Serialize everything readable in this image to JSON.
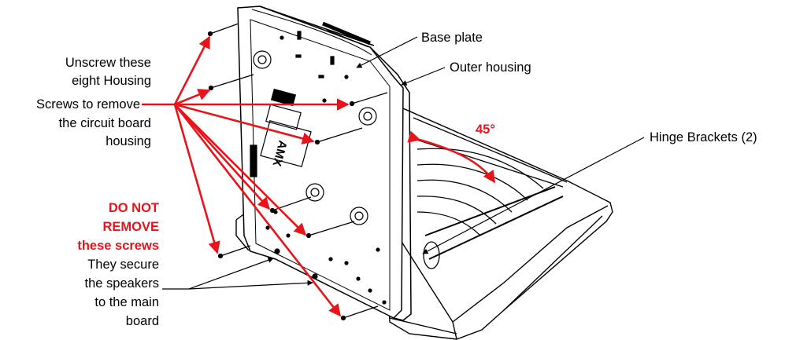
{
  "labels": {
    "base_plate": "Base plate",
    "outer_housing": "Outer housing",
    "hinge_brackets": "Hinge Brackets (2)",
    "angle": "45°",
    "unscrew": [
      "Unscrew these",
      "eight Housing",
      "Screws to remove",
      "the circuit board",
      "housing"
    ],
    "do_not_remove": [
      "DO NOT",
      "REMOVE",
      "these screws"
    ],
    "secure": [
      "They secure",
      "the speakers",
      "to the main",
      "board"
    ]
  },
  "logo_text": "AMX",
  "colors": {
    "callout": "#e8141b",
    "line": "#000000"
  }
}
